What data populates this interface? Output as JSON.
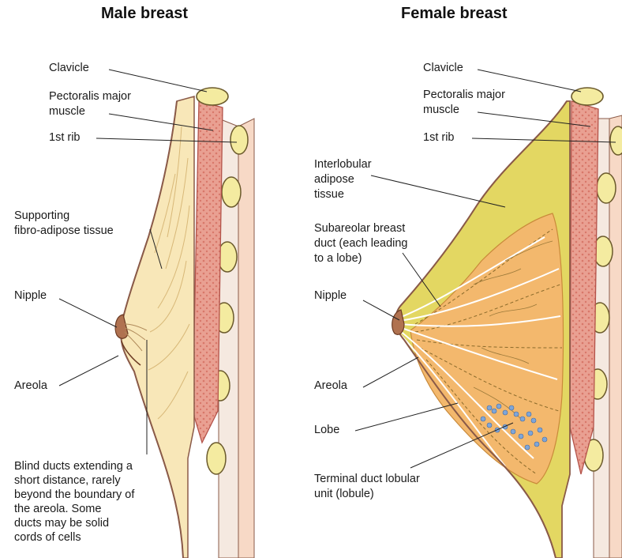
{
  "colors": {
    "muscle": "#e89a8c",
    "muscle_dark": "#c9604f",
    "rib": "#f4eba0",
    "rib_outline": "#6b5a2c",
    "male_fat": "#f8e7b8",
    "female_fat": "#e3d762",
    "glandular": "#f3b86d",
    "lobule": "#7fa6d8",
    "skin": "#f7d9c6",
    "leader": "#222222"
  },
  "icons": {
    "male_anatomy": "male-breast-sagittal-section",
    "female_anatomy": "female-breast-sagittal-section"
  },
  "male": {
    "title": "Male breast",
    "labels": {
      "clavicle": "Clavicle",
      "pectoralis_1": "Pectoralis major",
      "pectoralis_2": "muscle",
      "rib": "1st rib",
      "supporting_1": "Supporting",
      "supporting_2": "fibro-adipose tissue",
      "nipple": "Nipple",
      "areola": "Areola",
      "blind_1": "Blind ducts extending a",
      "blind_2": "short distance, rarely",
      "blind_3": "beyond the boundary of",
      "blind_4": "the areola.  Some",
      "blind_5": "ducts may be solid",
      "blind_6": "cords of cells"
    }
  },
  "female": {
    "title": "Female breast",
    "labels": {
      "clavicle": "Clavicle",
      "pectoralis_1": "Pectoralis major",
      "pectoralis_2": "muscle",
      "rib": "1st rib",
      "interlobular_1": "Interlobular",
      "interlobular_2": "adipose",
      "interlobular_3": "tissue",
      "subareolar_1": "Subareolar breast",
      "subareolar_2": "duct (each leading",
      "subareolar_3": "to a lobe)",
      "nipple": "Nipple",
      "areola": "Areola",
      "lobe": "Lobe",
      "terminal_1": "Terminal duct lobular",
      "terminal_2": "unit (lobule)"
    }
  }
}
